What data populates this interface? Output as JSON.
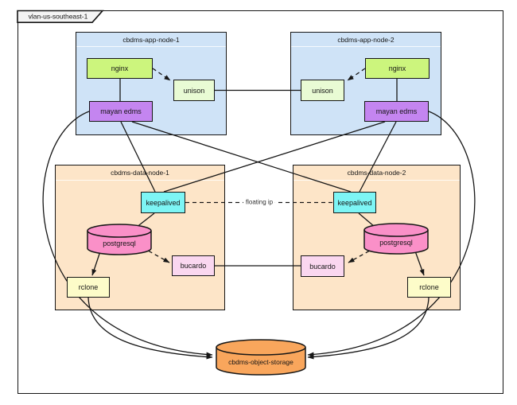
{
  "diagram": {
    "boundary": {
      "label": "vlan-us-southeast-1"
    },
    "app_nodes": [
      {
        "title": "cbdms-app-node-1",
        "nginx": "nginx",
        "unison": "unison",
        "mayan_edms": "mayan edms"
      },
      {
        "title": "cbdms-app-node-2",
        "nginx": "nginx",
        "unison": "unison",
        "mayan_edms": "mayan edms"
      }
    ],
    "data_nodes": [
      {
        "title": "cbdms-data-node-1",
        "keepalived": "keepalived",
        "postgresql": "postgresql",
        "bucardo": "bucardo",
        "rclone": "rclone"
      },
      {
        "title": "cbdms-data-node-2",
        "keepalived": "keepalived",
        "postgresql": "postgresql",
        "bucardo": "bucardo",
        "rclone": "rclone"
      }
    ],
    "storage": {
      "label": "cbdms-object-storage"
    },
    "edge_labels": {
      "floating_ip": "floating ip"
    },
    "edges": [
      {
        "from": "nginx-1",
        "to": "mayan-edms-1",
        "style": "solid"
      },
      {
        "from": "nginx-1",
        "to": "unison-1",
        "style": "dashed-arrow"
      },
      {
        "from": "unison-1",
        "to": "unison-2",
        "style": "solid"
      },
      {
        "from": "nginx-2",
        "to": "mayan-edms-2",
        "style": "solid"
      },
      {
        "from": "nginx-2",
        "to": "unison-2",
        "style": "dashed-arrow"
      },
      {
        "from": "mayan-edms-1",
        "to": "keepalived-1",
        "style": "solid"
      },
      {
        "from": "mayan-edms-1",
        "to": "keepalived-2",
        "style": "solid"
      },
      {
        "from": "mayan-edms-2",
        "to": "keepalived-2",
        "style": "solid"
      },
      {
        "from": "mayan-edms-2",
        "to": "keepalived-1",
        "style": "solid"
      },
      {
        "from": "keepalived-1",
        "to": "keepalived-2",
        "style": "dashed",
        "label": "floating ip"
      },
      {
        "from": "keepalived-1",
        "to": "postgresql-1",
        "style": "solid"
      },
      {
        "from": "keepalived-2",
        "to": "postgresql-2",
        "style": "solid"
      },
      {
        "from": "postgresql-1",
        "to": "rclone-1",
        "style": "arrow"
      },
      {
        "from": "postgresql-2",
        "to": "rclone-2",
        "style": "arrow"
      },
      {
        "from": "postgresql-1",
        "to": "bucardo-1",
        "style": "dashed-arrow"
      },
      {
        "from": "postgresql-2",
        "to": "bucardo-2",
        "style": "dashed-arrow"
      },
      {
        "from": "bucardo-1",
        "to": "bucardo-2",
        "style": "solid"
      },
      {
        "from": "mayan-edms-1",
        "to": "cbdms-object-storage",
        "style": "curve-arrow"
      },
      {
        "from": "mayan-edms-2",
        "to": "cbdms-object-storage",
        "style": "curve-arrow"
      },
      {
        "from": "rclone-1",
        "to": "cbdms-object-storage",
        "style": "curve-arrow"
      },
      {
        "from": "rclone-2",
        "to": "cbdms-object-storage",
        "style": "curve-arrow"
      }
    ],
    "palette": {
      "app_node_fill": "#cfe3f7",
      "data_node_fill": "#fde5c8",
      "nginx_fill": "#ccf57d",
      "unison_fill": "#e9fbd4",
      "mayan_edms_fill": "#c485f0",
      "keepalived_fill": "#7df5f5",
      "postgresql_fill": "#fa90c8",
      "bucardo_fill": "#fad7f0",
      "rclone_fill": "#fdfcc9",
      "object_storage_fill": "#f9a65c",
      "stroke": "#161616"
    }
  }
}
